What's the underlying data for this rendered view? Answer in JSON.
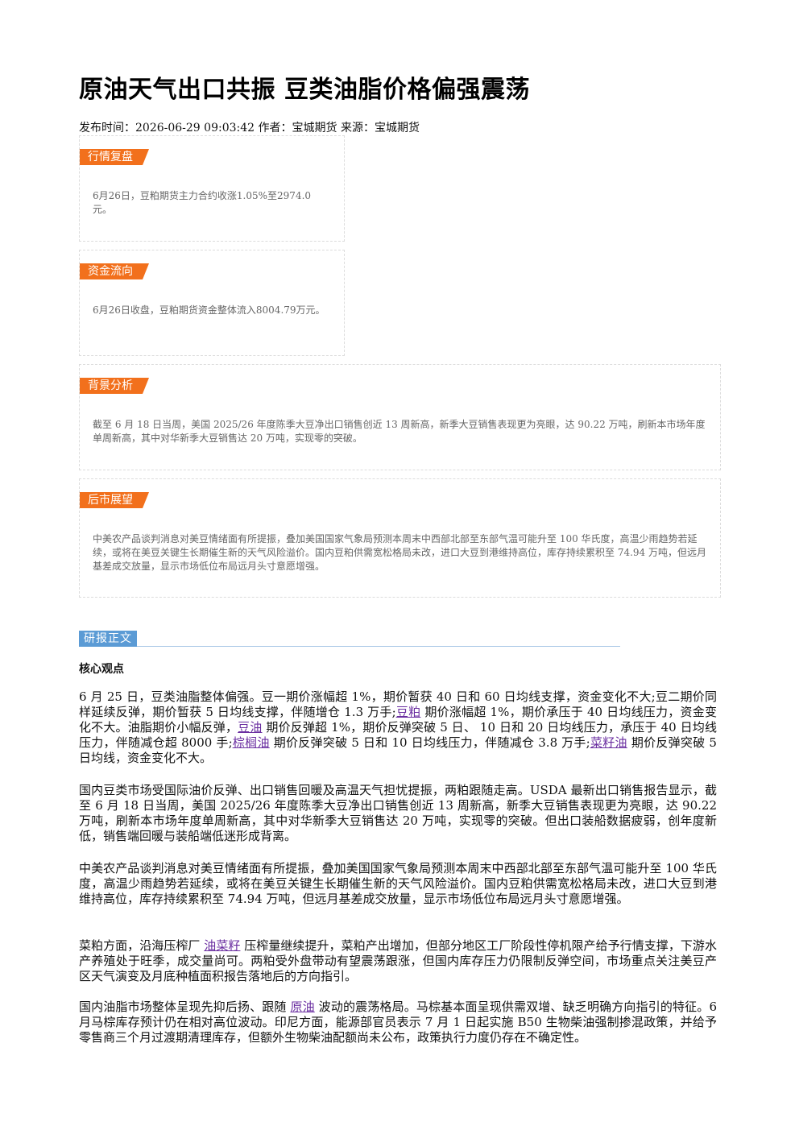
{
  "title": "原油天气出口共振 豆类油脂价格偏强震荡",
  "meta": "发布时间：2026-06-29 09:03:42 作者：宝城期货 来源：宝城期货",
  "boxes": [
    {
      "tag": "行情复盘",
      "text": "6月26日，豆粕期货主力合约收涨1.05%至2974.0元。"
    },
    {
      "tag": "资金流向",
      "text": "6月26日收盘，豆粕期货资金整体流入8004.79万元。"
    },
    {
      "tag": "背景分析",
      "text": "截至 6 月 18 日当周，美国 2025/26 年度陈季大豆净出口销售创近 13 周新高，新季大豆销售表现更为亮眼，达 90.22 万吨，刷新本市场年度单周新高，其中对华新季大豆销售达 20 万吨，实现零的突破。"
    },
    {
      "tag": "后市展望",
      "text": "中美农产品谈判消息对美豆情绪面有所提振，叠加美国国家气象局预测本周末中西部北部至东部气温可能升至 100 华氏度，高温少雨趋势若延续，或将在美豆关键生长期催生新的天气风险溢价。国内豆粕供需宽松格局未改，进口大豆到港维持高位，库存持续累积至 74.94 万吨，但远月基差成交放量，显示市场低位布局远月头寸意愿增强。"
    }
  ],
  "section_label": "研报正文",
  "core_title": "核心观点",
  "p1": {
    "a": "6 月 25 日，豆类油脂整体偏强。豆一期价涨幅超 1%，期价暂获 40 日和 60 日均线支撑，资金变化不大;豆二期价同样延续反弹，期价暂获 5 日均线支撑，伴随增仓 1.3 万手;",
    "k1": "豆粕",
    "b": " 期价涨幅超 1%，期价承压于 40 日均线压力，资金变化不大。油脂期价小幅反弹，",
    "k2": "豆油",
    "c": " 期价反弹超 1%，期价反弹突破 5 日、 10 日和 20 日均线压力，承压于 40 日均线压力，伴随减仓超 8000 手;",
    "k3": "棕榈油",
    "d": " 期价反弹突破 5 日和 10 日均线压力，伴随减仓 3.8 万手;",
    "k4": "菜籽油",
    "e": " 期价反弹突破 5 日均线，资金变化不大。"
  },
  "p2": "国内豆类市场受国际油价反弹、出口销售回暖及高温天气担忧提振，两粕跟随走高。USDA 最新出口销售报告显示，截至 6 月 18 日当周，美国 2025/26 年度陈季大豆净出口销售创近 13 周新高，新季大豆销售表现更为亮眼，达 90.22 万吨，刷新本市场年度单周新高，其中对华新季大豆销售达 20 万吨，实现零的突破。但出口装船数据疲弱，创年度新低，销售端回暖与装船端低迷形成背离。",
  "p3": "中美农产品谈判消息对美豆情绪面有所提振，叠加美国国家气象局预测本周末中西部北部至东部气温可能升至 100 华氏度，高温少雨趋势若延续，或将在美豆关键生长期催生新的天气风险溢价。国内豆粕供需宽松格局未改，进口大豆到港维持高位，库存持续累积至 74.94 万吨，但远月基差成交放量，显示市场低位布局远月头寸意愿增强。",
  "p4": {
    "a": "菜粕方面，沿海压榨厂 ",
    "k1": "油菜籽",
    "b": " 压榨量继续提升，菜粕产出增加，但部分地区工厂阶段性停机限产给予行情支撑，下游水产养殖处于旺季，成交量尚可。两粕受外盘带动有望震荡跟涨，但国内库存压力仍限制反弹空间，市场重点关注美豆产区天气演变及月底种植面积报告落地后的方向指引。"
  },
  "p5": {
    "a": "国内油脂市场整体呈现先抑后扬、跟随 ",
    "k1": "原油",
    "b": " 波动的震荡格局。马棕基本面呈现供需双增、缺乏明确方向指引的特征。6 月马棕库存预计仍在相对高位波动。印尼方面，能源部官员表示 7 月 1 日起实施 B50 生物柴油强制掺混政策，并给予零售商三个月过渡期清理库存，但额外生物柴油配额尚未公布，政策执行力度仍存在不确定性。"
  }
}
